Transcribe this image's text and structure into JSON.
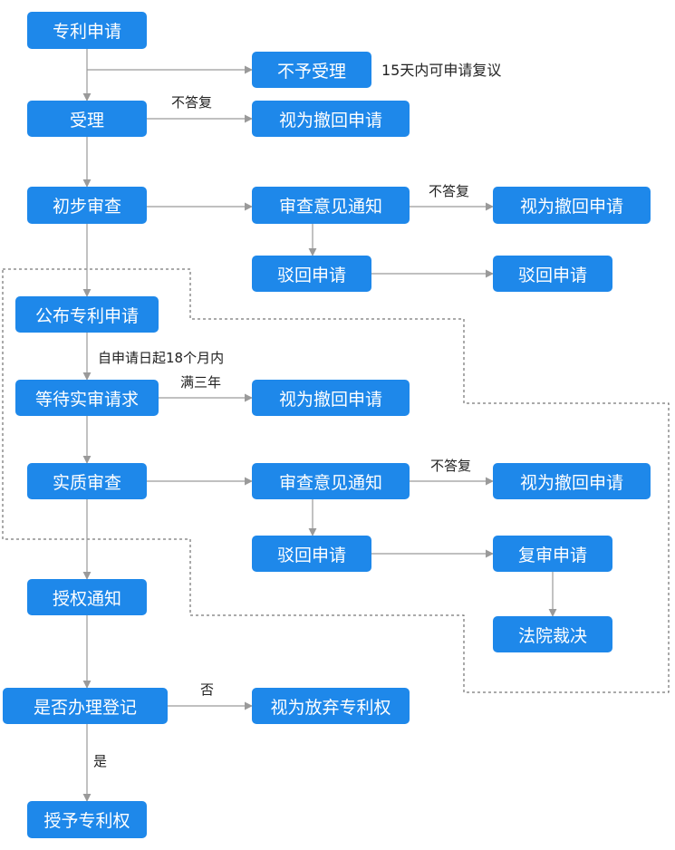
{
  "diagram": {
    "colors": {
      "node": "#1e88ea",
      "node_text": "#ffffff",
      "arrow": "#9a9a9a",
      "region": "#555555",
      "label": "#222222"
    },
    "nodes": {
      "apply": "专利申请",
      "reject_acceptance": "不予受理",
      "accept": "受理",
      "withdraw_1": "视为撤回申请",
      "prelim_exam": "初步审查",
      "opinion_1": "审查意见通知",
      "withdraw_2": "视为撤回申请",
      "reject_1": "驳回申请",
      "reject_1b": "驳回申请",
      "publish": "公布专利申请",
      "wait_request": "等待实审请求",
      "withdraw_3": "视为撤回申请",
      "subst_exam": "实质审查",
      "opinion_2": "审查意见通知",
      "withdraw_4": "视为撤回申请",
      "reject_2": "驳回申请",
      "reexam": "复审申请",
      "court": "法院裁决",
      "grant_notice": "授权通知",
      "register_q": "是否办理登记",
      "abandon": "视为放弃专利权",
      "grant": "授予专利权"
    },
    "labels": {
      "reconsider_note": "15天内可申请复议",
      "no_reply_1": "不答复",
      "no_reply_2": "不答复",
      "no_reply_3": "不答复",
      "within_18_months": "自申请日起18个月内",
      "three_years": "满三年",
      "no": "否",
      "yes": "是"
    }
  }
}
